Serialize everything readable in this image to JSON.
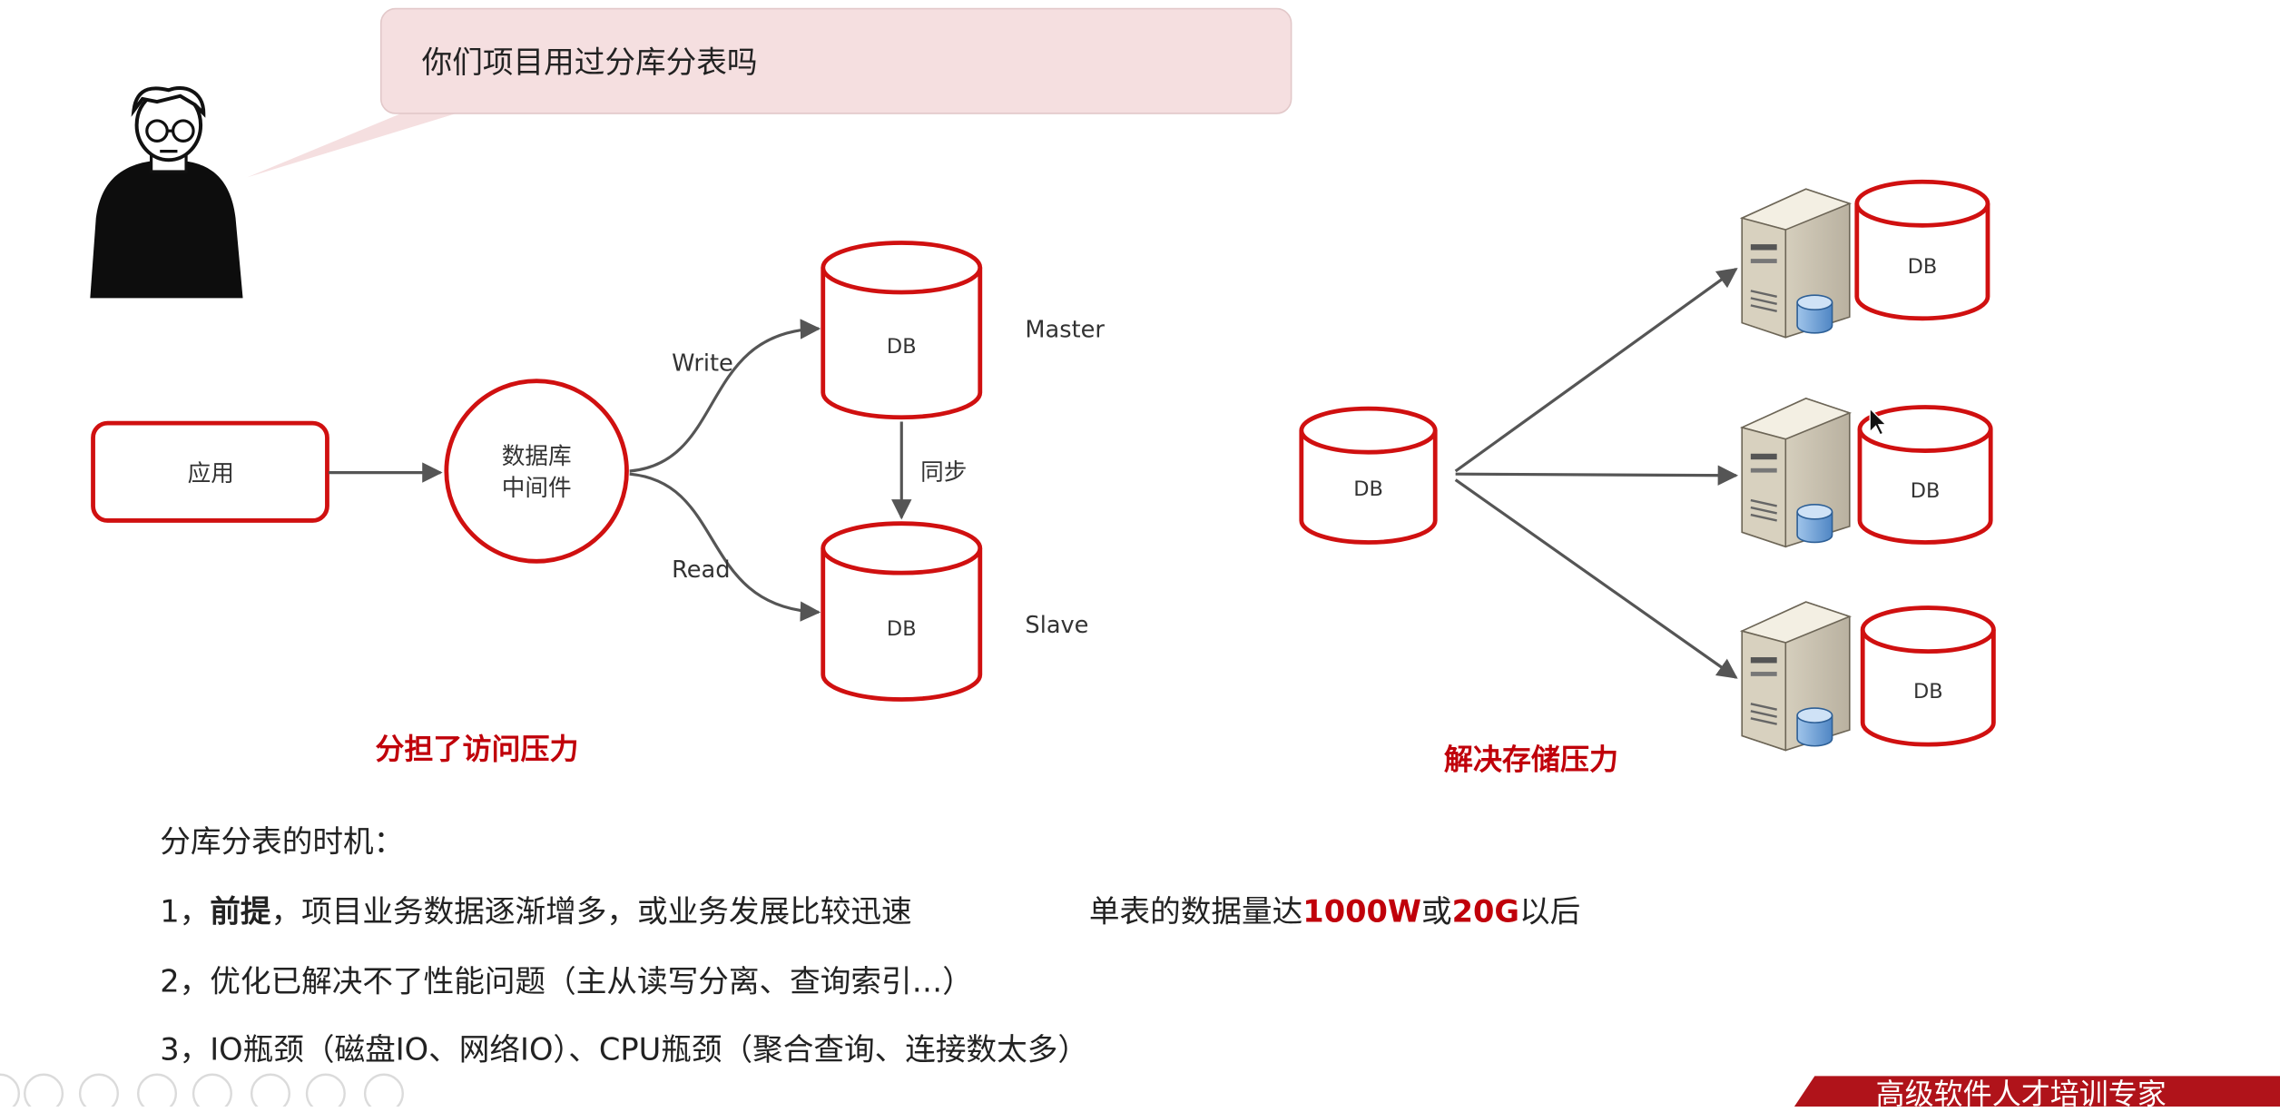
{
  "speech_bubble": {
    "text": "你们项目用过分库分表吗"
  },
  "left_diagram": {
    "app_label": "应用",
    "middleware_line1": "数据库",
    "middleware_line2": "中间件",
    "write_label": "Write",
    "read_label": "Read",
    "sync_label": "同步",
    "master_db": "DB",
    "slave_db": "DB",
    "master_label": "Master",
    "slave_label": "Slave",
    "caption": "分担了访问压力"
  },
  "right_diagram": {
    "source_db": "DB",
    "target_dbs": [
      "DB",
      "DB",
      "DB"
    ],
    "caption": "解决存储压力"
  },
  "bottom_text": {
    "heading": "分库分表的时机：",
    "line1_prefix": "1，",
    "line1_bold": "前提",
    "line1_rest": "，项目业务数据逐渐增多，或业务发展比较迅速",
    "line1_tail_a": "单表的数据量达",
    "line1_hl1": "1000W",
    "line1_tail_b": "或",
    "line1_hl2": "20G",
    "line1_tail_c": "以后",
    "line2": "2，优化已解决不了性能问题（主从读写分离、查询索引…）",
    "line3": "3，IO瓶颈（磁盘IO、网络IO）、CPU瓶颈（聚合查询、连接数太多）"
  },
  "banner": {
    "text": "高级软件人才培训专家"
  },
  "colors": {
    "accent_red": "#c0000a",
    "db_outline": "#d01010",
    "bubble_fill": "#f5dfe0"
  }
}
